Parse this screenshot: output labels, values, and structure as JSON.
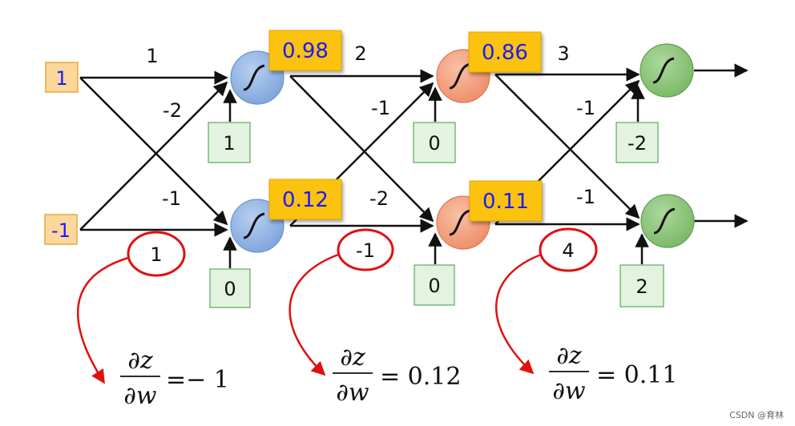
{
  "inputs": [
    "1",
    "-1"
  ],
  "weights": {
    "layer1": {
      "top_straight": "1",
      "top_cross": "-2",
      "bottom_cross": "-1",
      "bottom_straight": "1"
    },
    "layer2": {
      "layer_label": "2",
      "top_cross": "-1",
      "bottom_cross": "-2",
      "bottom_straight": "-1"
    },
    "layer3": {
      "layer_label": "3",
      "top_cross": "-1",
      "bottom_cross": "-1",
      "bottom_straight": "4"
    }
  },
  "biases": {
    "layer1": [
      "1",
      "0"
    ],
    "layer2": [
      "0",
      "0"
    ],
    "layer3": [
      "-2",
      "2"
    ]
  },
  "activations": {
    "layer1": [
      "0.98",
      "0.12"
    ],
    "layer2": [
      "0.86",
      "0.11"
    ]
  },
  "derivatives": [
    {
      "numerator": "∂z",
      "denominator": "∂w",
      "rhs": "=− 1"
    },
    {
      "numerator": "∂z",
      "denominator": "∂w",
      "rhs": "= 0.12"
    },
    {
      "numerator": "∂z",
      "denominator": "∂w",
      "rhs": "= 0.11"
    }
  ],
  "watermark": "CSDN @育林",
  "colors": {
    "input_box": "#fbd79b",
    "input_border": "#e8a838",
    "output_box": "#fbc20e",
    "bias_box": "#e4f2e0",
    "bias_border": "#5aab5a",
    "neuron_blue": "#8fb3e4",
    "neuron_orange": "#f3a07f",
    "neuron_green": "#8cc57a",
    "annotation_red": "#e01010"
  }
}
